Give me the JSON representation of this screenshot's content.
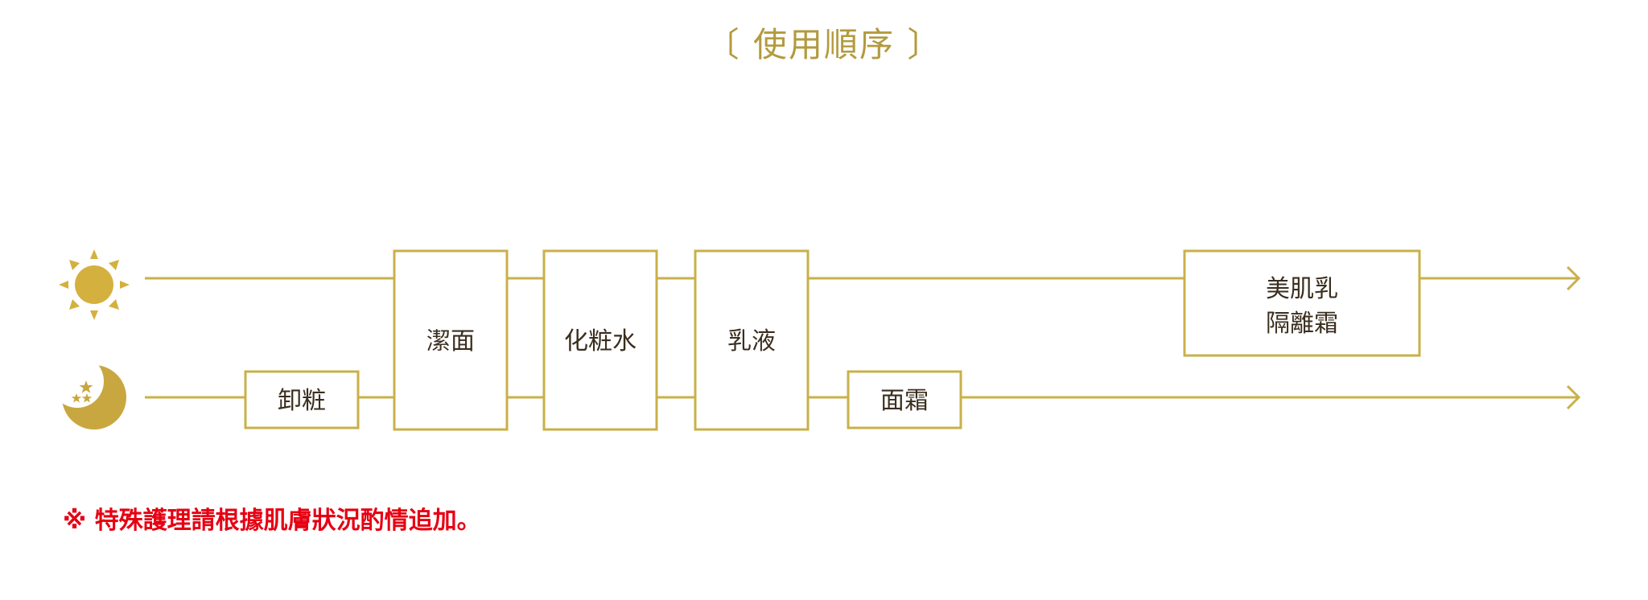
{
  "title": "〔 使用順序 〕",
  "colors": {
    "gold": "#c9b04a",
    "sun": "#d4b13f",
    "moon": "#c9a740",
    "text": "#3a2e1e",
    "note": "#e60012"
  },
  "icons": {
    "morning": "sun-icon",
    "evening": "crescent-moon-stars-icon"
  },
  "steps": {
    "makeup_remover": "卸粧",
    "cleanser": "潔面",
    "toner": "化粧水",
    "emulsion": "乳液",
    "cream": "面霜",
    "primer_line1": "美肌乳",
    "primer_line2": "隔離霜"
  },
  "note": "※ 特殊護理請根據肌膚狀況酌情追加。"
}
